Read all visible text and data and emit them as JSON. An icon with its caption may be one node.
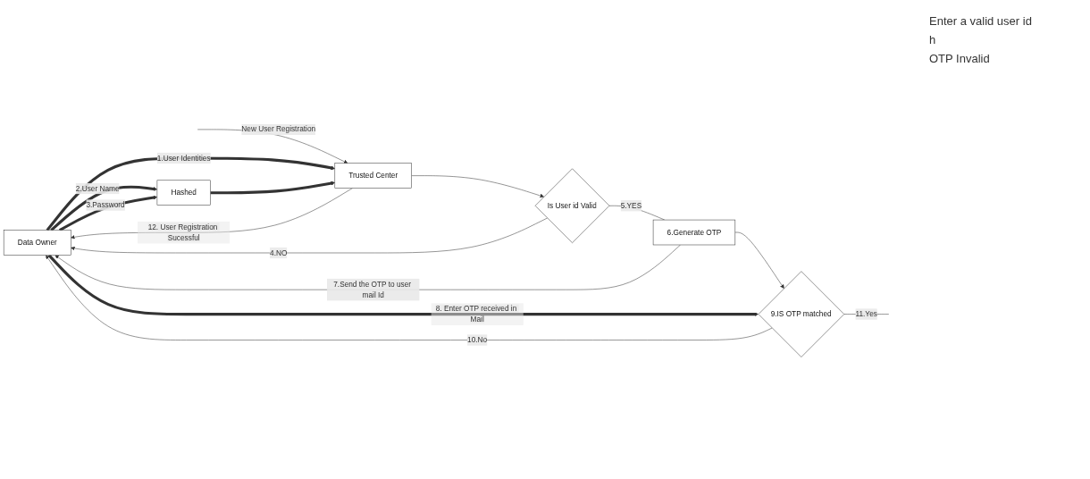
{
  "diagram": {
    "nodes": [
      {
        "text": [
          "Data Owner"
        ]
      },
      {
        "text": [
          "Trusted Center"
        ]
      },
      {
        "text": [
          "Hashed"
        ]
      },
      {
        "text": [
          "Is User id Valid"
        ]
      },
      {
        "text": [
          "6.Generate OTP"
        ]
      },
      {
        "text": [
          "9.IS OTP matched"
        ]
      }
    ],
    "edges": [
      {
        "from": null,
        "to": 1,
        "arrow": "to",
        "label": "New User Registration"
      },
      {
        "from": 1,
        "to": 0,
        "arrow": "to",
        "label": "12. User Registration Sucessful"
      },
      {
        "from": 0,
        "to": 1,
        "arrow": "to",
        "label": "1.User Identities",
        "style": "thick"
      },
      {
        "from": 0,
        "to": 2,
        "arrow": "to",
        "label": "2.User Name",
        "style": "thick"
      },
      {
        "from": 0,
        "to": 2,
        "arrow": "to",
        "label": "3.Password",
        "style": "thick"
      },
      {
        "from": 2,
        "to": 1,
        "arrow": "to",
        "style": "thick"
      },
      {
        "from": 1,
        "to": 3,
        "arrow": "to"
      },
      {
        "from": 3,
        "to": 4,
        "arrow": "none",
        "label": "5.YES"
      },
      {
        "from": 3,
        "to": 0,
        "arrow": "to",
        "label": "4.NO"
      },
      {
        "from": 4,
        "to": 0,
        "arrow": "to",
        "label": "7.Send the OTP to user mail Id"
      },
      {
        "from": 4,
        "to": 5,
        "arrow": "to"
      },
      {
        "from": 5,
        "to": 0,
        "arrow": "to",
        "label": "10.No"
      },
      {
        "from": 0,
        "to": 5,
        "arrow": "to",
        "label": "8. Enter OTP received in Mail",
        "style": "thick"
      },
      {
        "from": 5,
        "to": null,
        "arrow": "none",
        "label": "11.Yes"
      }
    ],
    "labels": [
      "Enter a valid user id",
      "h",
      "OTP Invalid"
    ]
  }
}
